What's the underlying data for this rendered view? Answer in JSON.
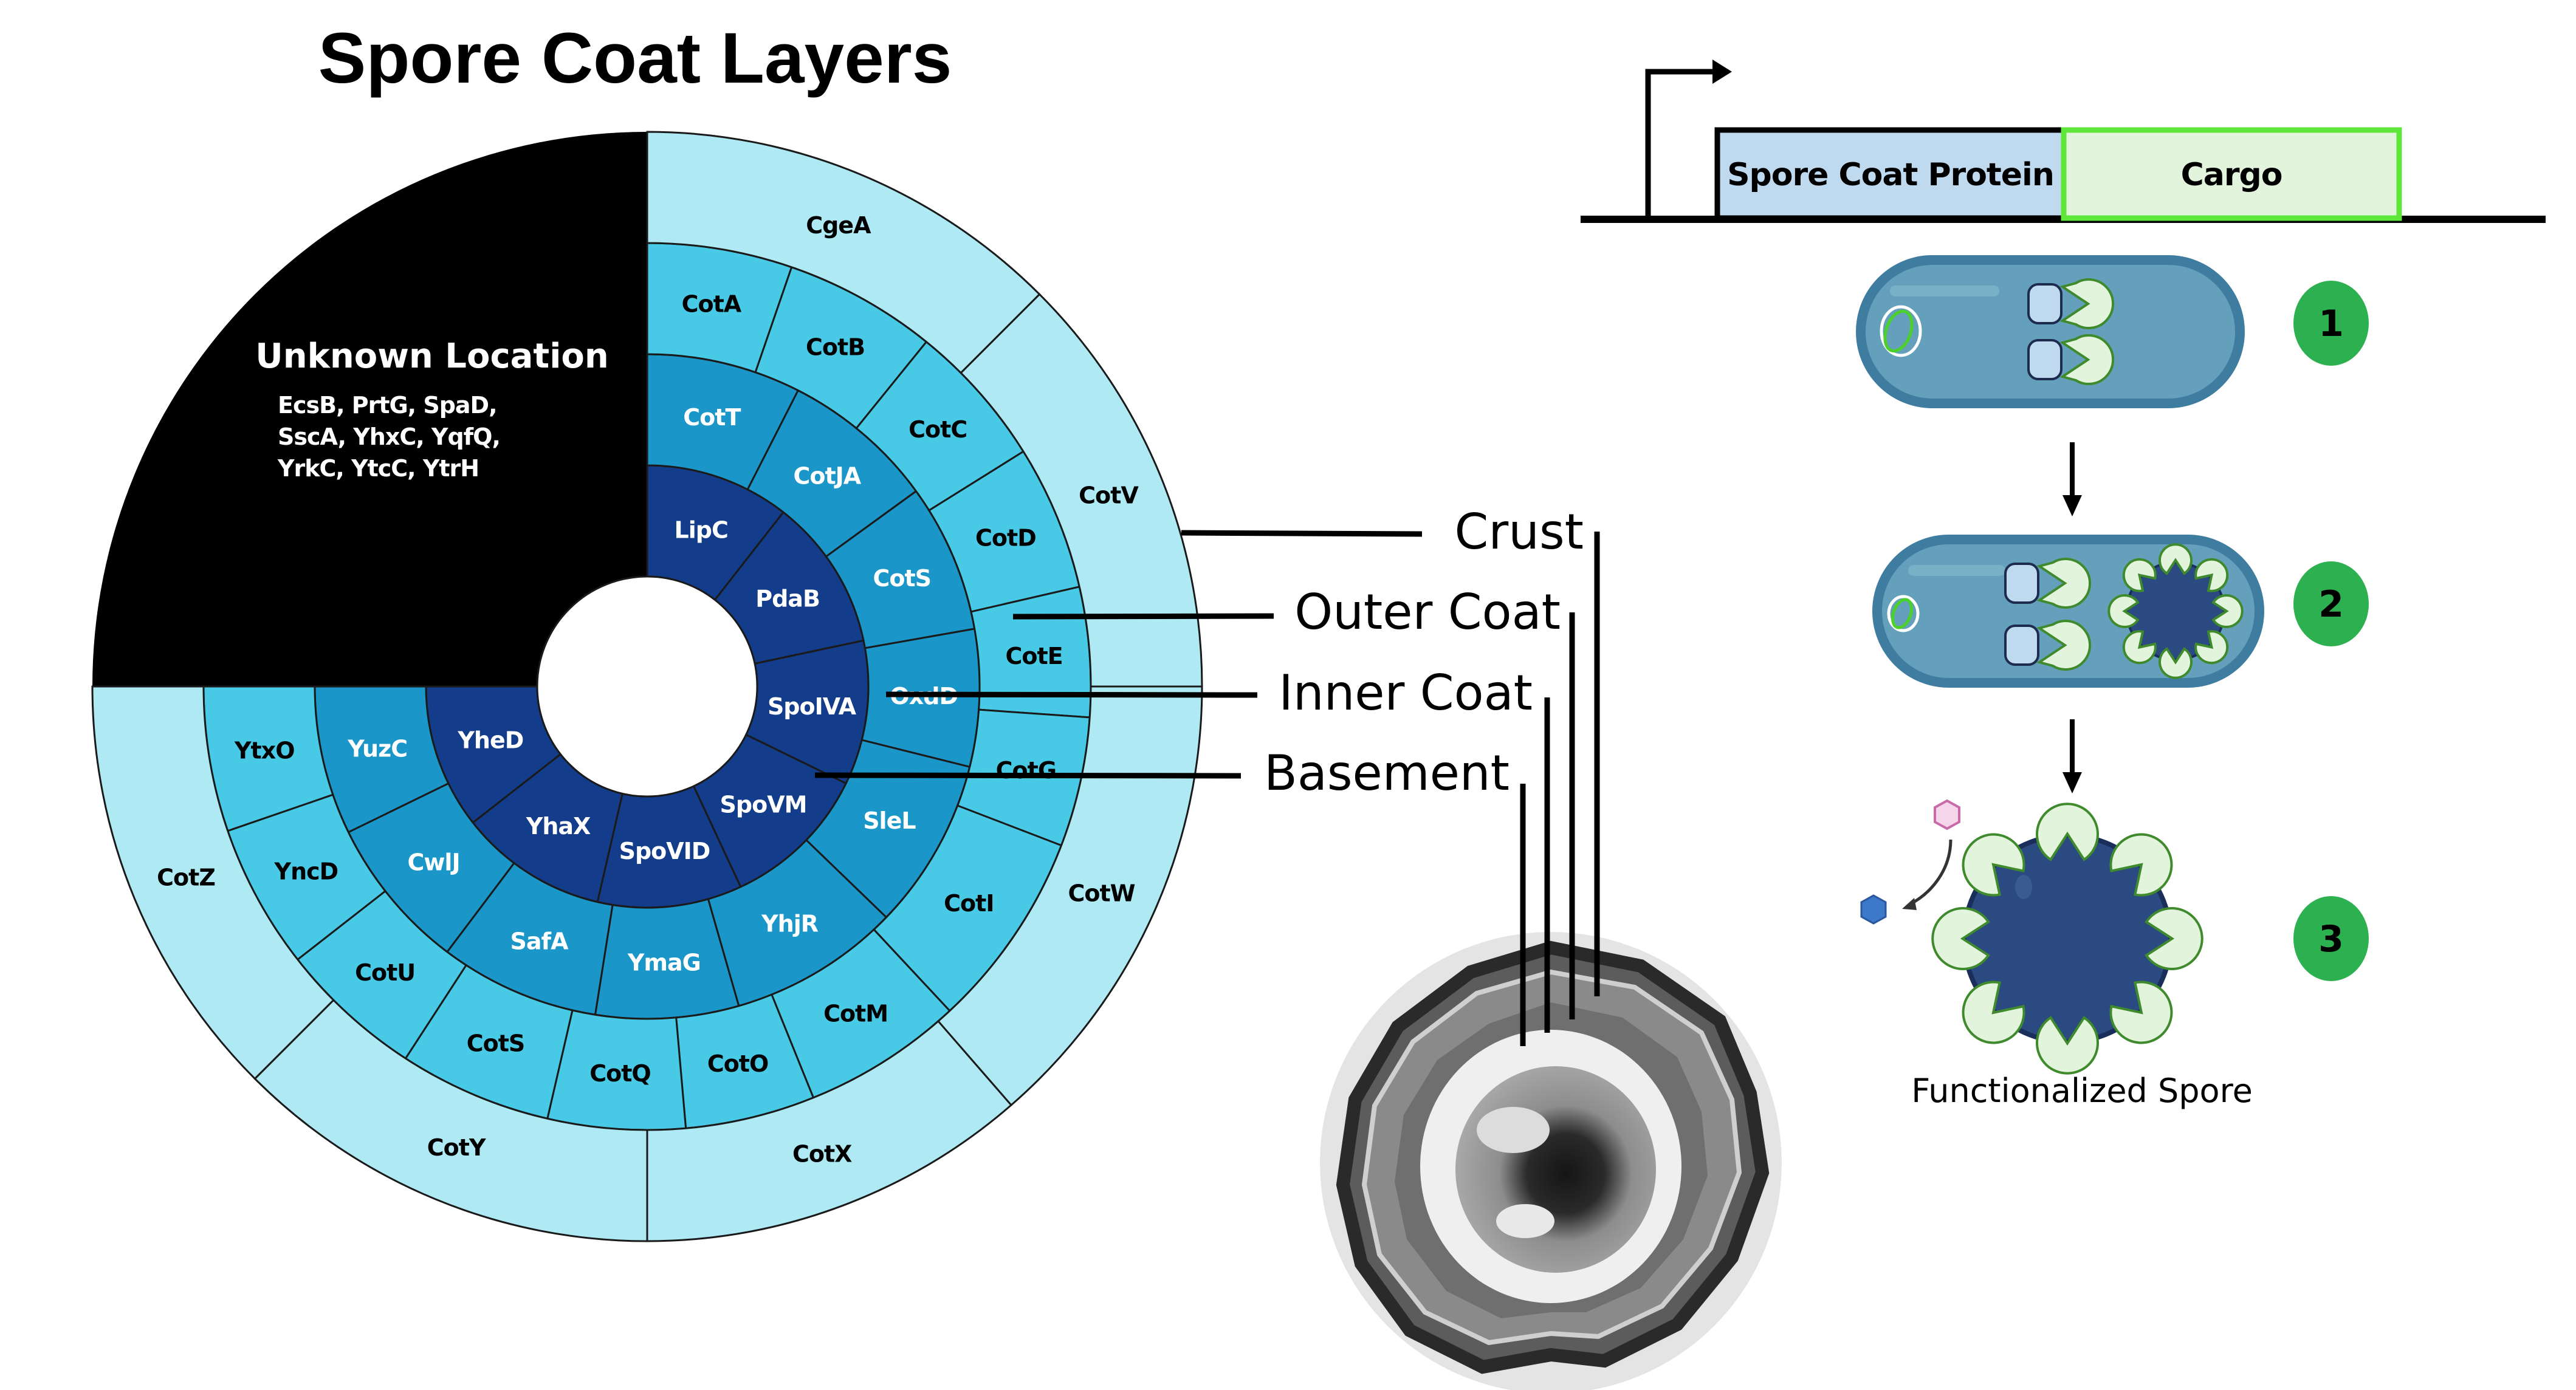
{
  "title": "Spore Coat Layers",
  "colors": {
    "crust": "#aee9f4",
    "outer_coat": "#48c9e5",
    "inner_coat": "#1a96c8",
    "basement": "#133c8a",
    "unknown": "#000000",
    "segment_border": "#1a1a1a",
    "scp_fill": "#bfd9ef",
    "cargo_fill": "#e2f5dc",
    "cargo_border": "#5fe63a",
    "cell_fill": "#649fbb",
    "cell_border": "#3f7da0",
    "spore_core": "#2c4a82",
    "cap_fill": "#e3f4dc",
    "cap_border": "#3f8a2c",
    "badge": "#2db04f",
    "hex_pink": "#f5d5ec",
    "hex_blue": "#3e78c8"
  },
  "chart_data": {
    "type": "sunburst",
    "title": "Spore Coat Layers",
    "angle_units": "degrees clockwise from top",
    "unknown": {
      "label": "Unknown Location",
      "span": [
        270,
        360
      ],
      "proteins_lines": [
        "EcsB, PrtG, SpaD,",
        "SscA, YhxC, YqfQ,",
        "YrkC, YtcC, YtrH"
      ]
    },
    "rings": [
      {
        "name": "Basement",
        "color_key": "basement",
        "text_color": "#ffffff",
        "segments": [
          {
            "label": "LipC",
            "span": [
              0,
              38
            ]
          },
          {
            "label": "PdaB",
            "span": [
              38,
              78
            ]
          },
          {
            "label": "SpoIVA",
            "span": [
              78,
              116
            ]
          },
          {
            "label": "SpoVM",
            "span": [
              116,
              155
            ]
          },
          {
            "label": "SpoVID",
            "span": [
              155,
              193
            ]
          },
          {
            "label": "YhaX",
            "span": [
              193,
              232
            ]
          },
          {
            "label": "YheD",
            "span": [
              232,
              270
            ]
          }
        ]
      },
      {
        "name": "Inner Coat",
        "color_key": "inner_coat",
        "text_color": "#ffffff",
        "segments": [
          {
            "label": "CotT",
            "span": [
              0,
              27
            ]
          },
          {
            "label": "CotJA",
            "span": [
              27,
              54
            ]
          },
          {
            "label": "CotS",
            "span": [
              54,
              80
            ]
          },
          {
            "label": "OxdD",
            "span": [
              80,
              104
            ]
          },
          {
            "label": "SleL",
            "span": [
              104,
              134
            ]
          },
          {
            "label": "YhjR",
            "span": [
              134,
              164
            ]
          },
          {
            "label": "YmaG",
            "span": [
              164,
              189
            ]
          },
          {
            "label": "SafA",
            "span": [
              189,
              217
            ]
          },
          {
            "label": "CwlJ",
            "span": [
              217,
              244
            ]
          },
          {
            "label": "YuzC",
            "span": [
              244,
              270
            ]
          }
        ]
      },
      {
        "name": "Outer Coat",
        "color_key": "outer_coat",
        "text_color": "#000000",
        "segments": [
          {
            "label": "CotA",
            "span": [
              0,
              19
            ]
          },
          {
            "label": "CotB",
            "span": [
              19,
              39
            ]
          },
          {
            "label": "CotC",
            "span": [
              39,
              58
            ]
          },
          {
            "label": "CotD",
            "span": [
              58,
              77
            ]
          },
          {
            "label": "CotE",
            "span": [
              77,
              94
            ]
          },
          {
            "label": "CotG",
            "span": [
              94,
              111
            ]
          },
          {
            "label": "CotI",
            "span": [
              111,
              137
            ]
          },
          {
            "label": "CotM",
            "span": [
              137,
              158
            ]
          },
          {
            "label": "CotO",
            "span": [
              158,
              175
            ]
          },
          {
            "label": "CotQ",
            "span": [
              175,
              193
            ]
          },
          {
            "label": "CotS",
            "span": [
              193,
              213
            ]
          },
          {
            "label": "CotU",
            "span": [
              213,
              232
            ]
          },
          {
            "label": "YncD",
            "span": [
              232,
              251
            ]
          },
          {
            "label": "YtxO",
            "span": [
              251,
              270
            ]
          }
        ]
      },
      {
        "name": "Crust",
        "color_key": "crust",
        "text_color": "#000000",
        "segments": [
          {
            "label": "CgeA",
            "span": [
              0,
              45
            ]
          },
          {
            "label": "CotV",
            "span": [
              45,
              90
            ]
          },
          {
            "label": "CotW",
            "span": [
              90,
              139
            ]
          },
          {
            "label": "CotX",
            "span": [
              139,
              180
            ]
          },
          {
            "label": "CotY",
            "span": [
              180,
              225
            ]
          },
          {
            "label": "CotZ",
            "span": [
              225,
              270
            ]
          }
        ]
      }
    ]
  },
  "layer_callouts": [
    {
      "label": "Crust"
    },
    {
      "label": "Outer Coat"
    },
    {
      "label": "Inner Coat"
    },
    {
      "label": "Basement"
    }
  ],
  "construct": {
    "scp_label": "Spore Coat Protein",
    "cargo_label": "Cargo"
  },
  "steps": [
    {
      "number": "1"
    },
    {
      "number": "2"
    },
    {
      "number": "3"
    }
  ],
  "functionalized_label": "Functionalized Spore"
}
